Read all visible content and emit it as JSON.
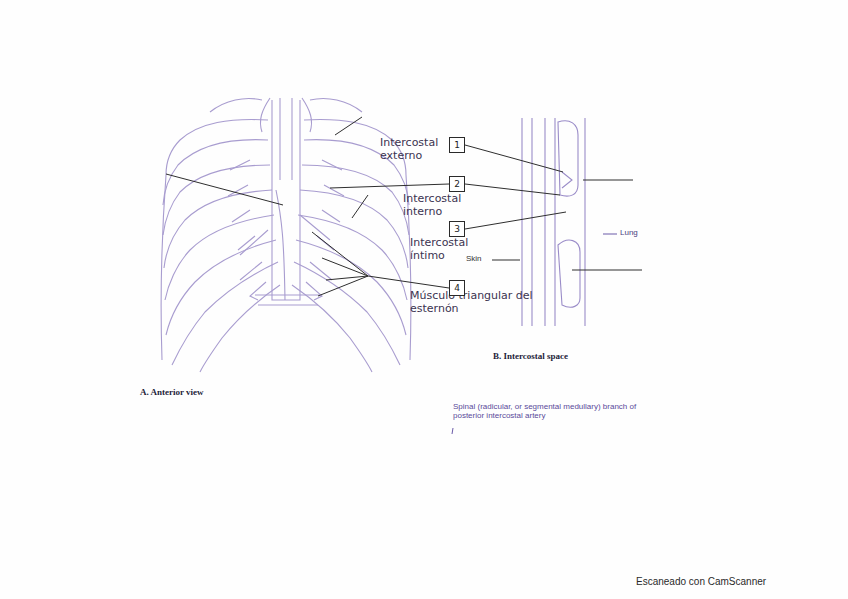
{
  "diagram": {
    "nodes": [
      {
        "text": [
          "1"
        ]
      },
      {
        "text": [
          "2"
        ]
      },
      {
        "text": [
          "3"
        ]
      },
      {
        "text": [
          "4"
        ]
      }
    ],
    "labels": [
      "Intercostal externo",
      "Intercostal interno",
      "Intercostal íntimo",
      "Músculo triangular del esternón",
      "Lung",
      "Skin",
      "A. Anterior view",
      "B. Intercostal space",
      "Spinal (radicular, or segmental medullary) branch of posterior intercostal artery",
      "Escaneado con CamScanner"
    ]
  }
}
